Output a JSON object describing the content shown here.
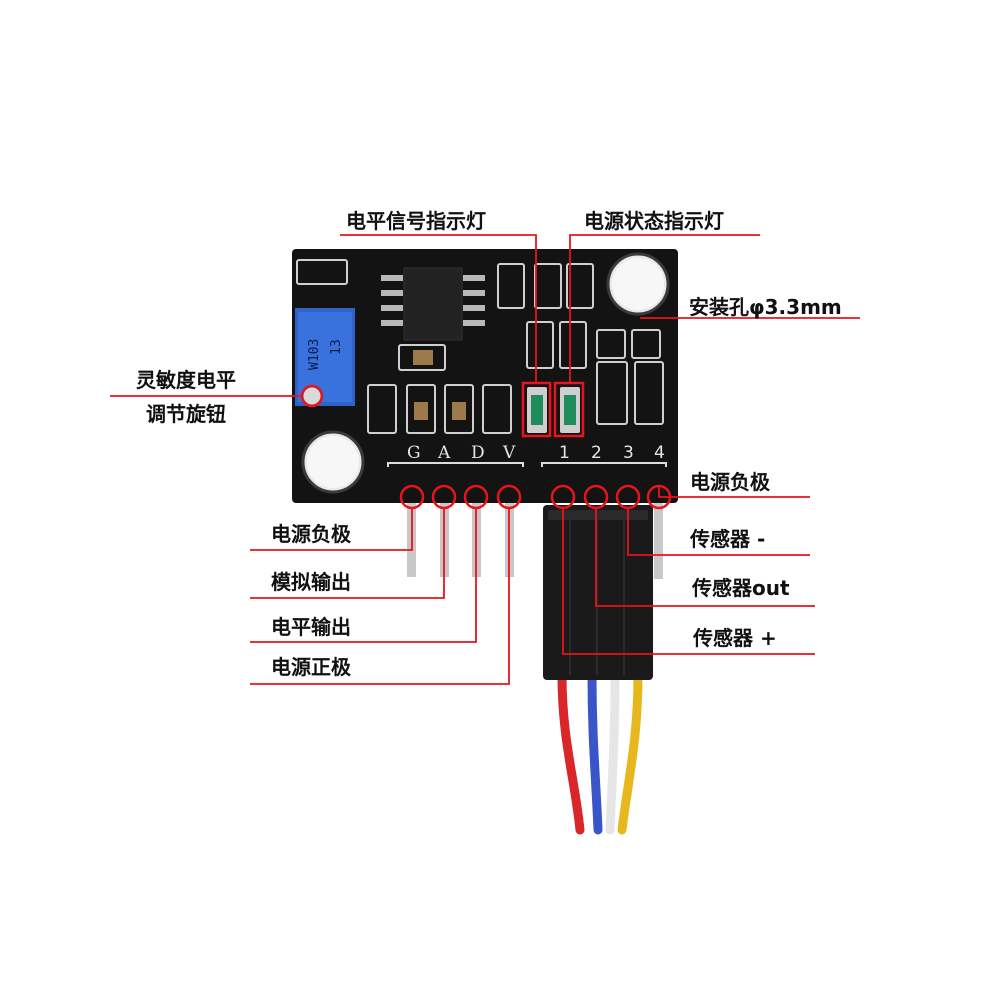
{
  "colors": {
    "board": "#131313",
    "leader": "#e8141b",
    "pot": "#2f63c9",
    "wire_red": "#d9262b",
    "wire_blue": "#3a55c7",
    "wire_yellow": "#e7b81e",
    "wire_white": "#e6e6e6"
  },
  "silkscreen": {
    "pot_text": "W103",
    "pot_text2": "13",
    "left_header": [
      "G",
      "A",
      "D",
      "V"
    ],
    "right_header": [
      "1",
      "2",
      "3",
      "4"
    ]
  },
  "labels": {
    "signal_led": "电平信号指示灯",
    "power_led": "电源状态指示灯",
    "mount_hole": "安装孔φ3.3mm",
    "sensitivity_line1": "灵敏度电平",
    "sensitivity_line2": "调节旋钮",
    "gnd_left": "电源负极",
    "analog_out": "模拟输出",
    "level_out": "电平输出",
    "vcc": "电源正极",
    "gnd_right": "电源负极",
    "sensor_minus": "传感器 -",
    "sensor_out": "传感器out",
    "sensor_plus": "传感器 +"
  }
}
